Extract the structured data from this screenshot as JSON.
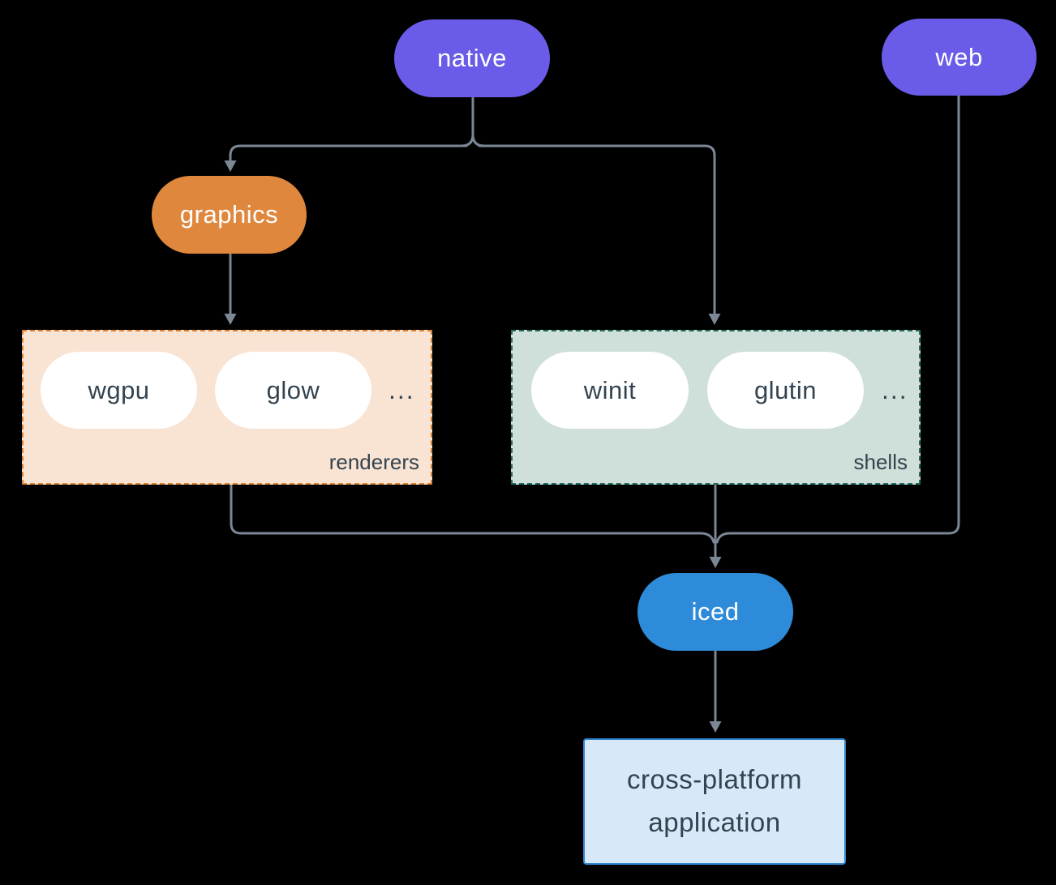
{
  "diagram": {
    "background": "#000000",
    "connector_color": "#7b8794",
    "nodes": {
      "native": {
        "label": "native",
        "fill": "#6a5ce8",
        "text_color": "#ffffff"
      },
      "web": {
        "label": "web",
        "fill": "#6a5ce8",
        "text_color": "#ffffff"
      },
      "graphics": {
        "label": "graphics",
        "fill": "#e0873e",
        "text_color": "#ffffff"
      },
      "iced": {
        "label": "iced",
        "fill": "#2e8bd9",
        "text_color": "#ffffff"
      },
      "application": {
        "label_lines": [
          "cross-platform",
          "application"
        ],
        "fill": "#d7e8f9",
        "border": "#2e86cf",
        "text_color": "#334450"
      }
    },
    "groups": {
      "renderers": {
        "label": "renderers",
        "items": [
          "wgpu",
          "glow"
        ],
        "ellipsis": "...",
        "fill": "#f9e3d3",
        "border": "#e0812f",
        "item_fill": "#ffffff",
        "text_color": "#334450"
      },
      "shells": {
        "label": "shells",
        "items": [
          "winit",
          "glutin"
        ],
        "ellipsis": "...",
        "fill": "#cfdfd9",
        "border": "#206a5d",
        "item_fill": "#ffffff",
        "text_color": "#334450"
      }
    }
  }
}
